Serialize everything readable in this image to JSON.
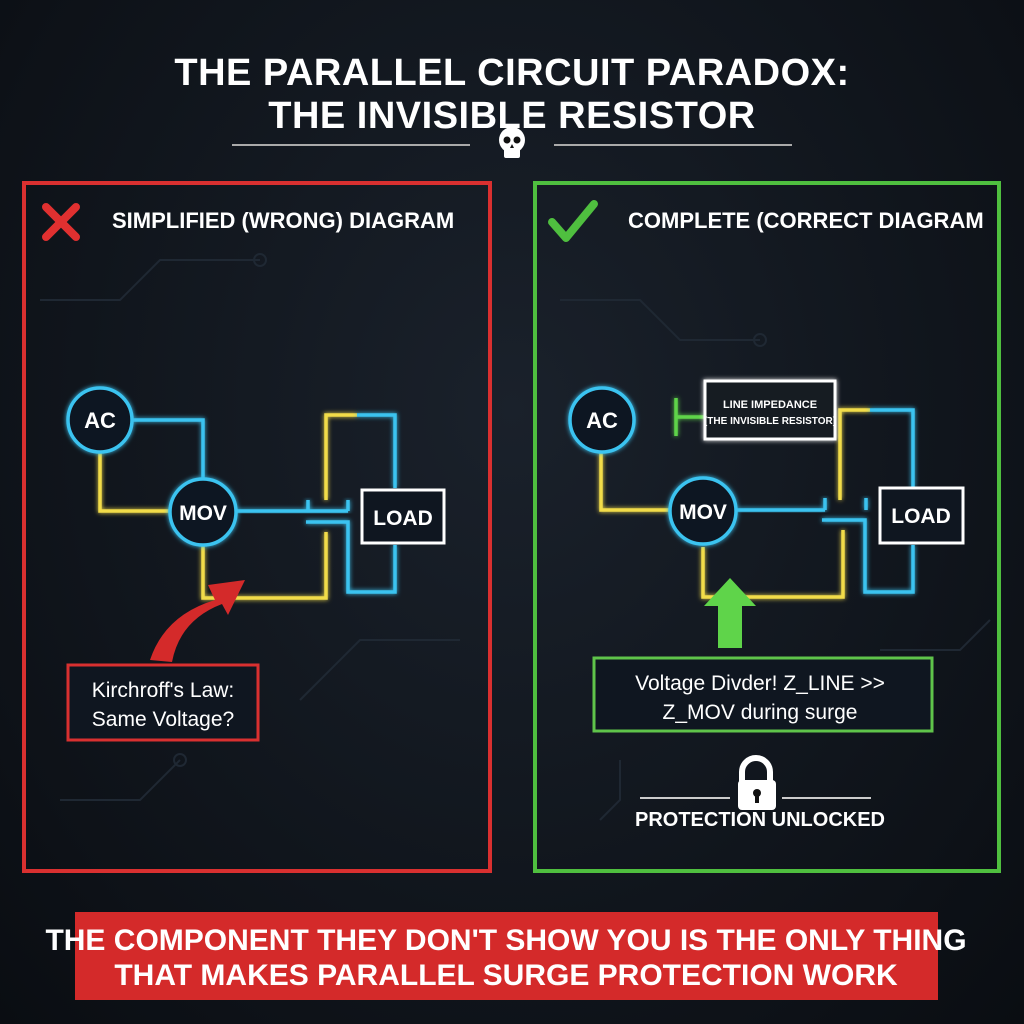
{
  "title": {
    "line1": "THE PARALLEL CIRCUIT PARADOX:",
    "line2": "THE INVISIBLE RESISTOR",
    "icon": "skull-icon"
  },
  "left_panel": {
    "heading": "SIMPLIFIED (WRONG) DIAGRAM",
    "icon": "x-mark-icon",
    "color": "#d93030",
    "nodes": {
      "ac": "AC",
      "mov": "MOV",
      "load": "LOAD"
    },
    "callout": {
      "line1": "Kirchroff's Law:",
      "line2": "Same Voltage?"
    }
  },
  "right_panel": {
    "heading": "COMPLETE (CORRECT DIAGRAM",
    "icon": "check-mark-icon",
    "color": "#4fbf3f",
    "nodes": {
      "ac": "AC",
      "mov": "MOV",
      "load": "LOAD"
    },
    "impedance": {
      "line1": "LINE IMPEDANCE",
      "line2": "(THE INVISIBLE RESISTOR)"
    },
    "callout": {
      "line1": "Voltage Divder! Z_LINE >>",
      "line2": "Z_MOV during surge"
    },
    "status": "PROTECTION UNLOCKED",
    "status_icon": "padlock-icon"
  },
  "banner": {
    "line1": "THE COMPONENT THEY DON'T SHOW YOU IS THE ONLY THING",
    "line2": "THAT MAKES PARALLEL SURGE PROTECTION WORK",
    "color": "#d42a2a"
  },
  "colors": {
    "wire_blue": "#3bc3f0",
    "wire_yellow": "#f2dc4a",
    "wire_green": "#5fd44a"
  }
}
